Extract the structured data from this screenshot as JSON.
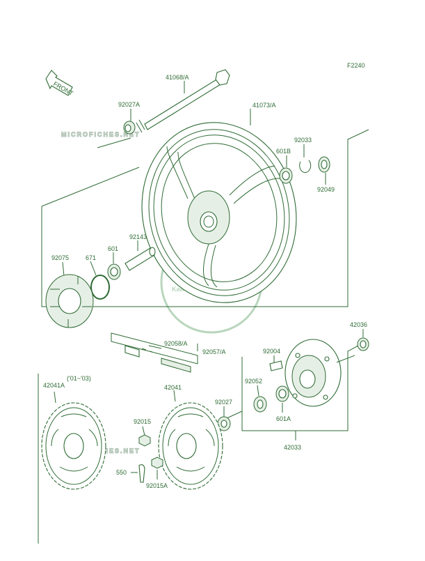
{
  "figure_code": "F2240",
  "front_label": "FRONT",
  "watermark_text": "MICROFICHES.NET",
  "logo_text": "Kawasaki",
  "parts": [
    "41068/A",
    "92027A",
    "41073/A",
    "92033",
    "601B",
    "92049",
    "92143",
    "92075",
    "671",
    "601",
    "42036",
    "92058/A",
    "92057/A",
    "92004",
    "92052",
    "601A",
    "42033",
    "42041A",
    "('01~'03)",
    "42041",
    "92027",
    "92015",
    "550",
    "92015A"
  ],
  "colors": {
    "line": "#2e6b34",
    "watermark": "#b9c9bc"
  }
}
